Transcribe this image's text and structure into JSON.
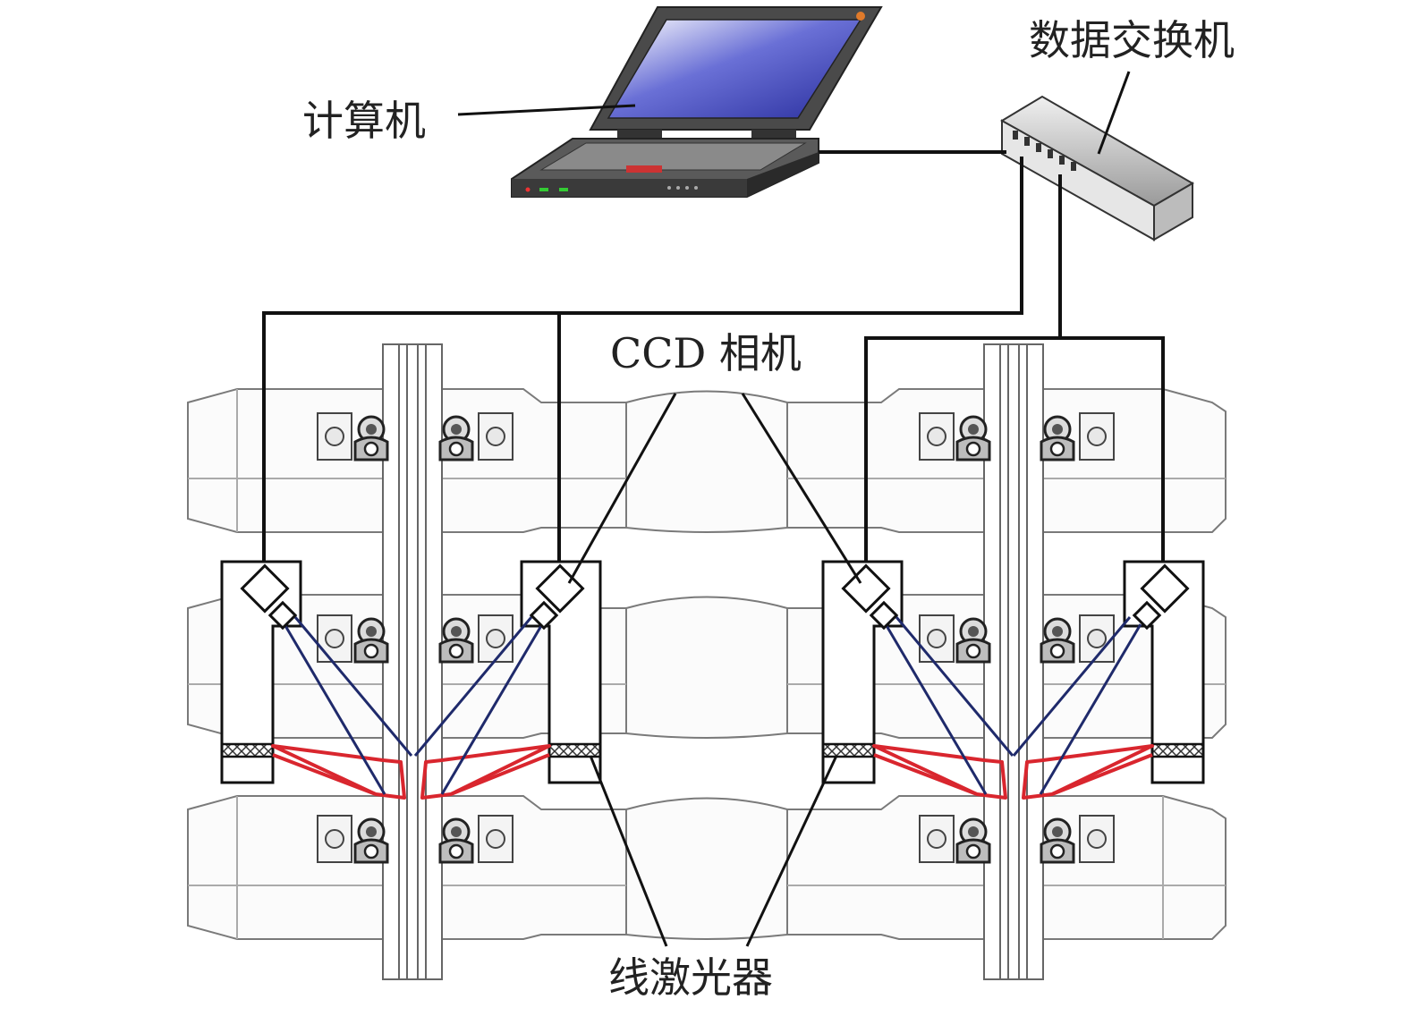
{
  "labels": {
    "computer": "计算机",
    "switch": "数据交换机",
    "ccd_camera": "CCD 相机",
    "line_laser": "线激光器"
  },
  "colors": {
    "wire": "#111111",
    "laser_beam": "#d9262e",
    "camera_view": "#1f2a6b",
    "track_outline": "#7a7a7a",
    "screen": "#3a3fb8"
  },
  "units": {
    "camera_count": 4,
    "laser_count": 4,
    "rail_count": 2
  }
}
